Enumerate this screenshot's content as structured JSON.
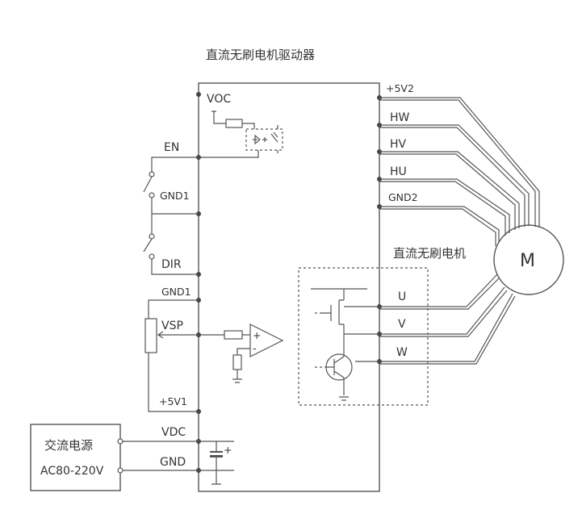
{
  "driver": {
    "title": "直流无刷电机驱动器",
    "left_terminals": {
      "voc": "VOC",
      "en": "EN",
      "gnd1_a": "GND1",
      "dir": "DIR",
      "gnd1_b": "GND1",
      "vsp": "VSP",
      "p5v1": "+5V1",
      "vdc": "VDC",
      "gnd": "GND"
    },
    "right_terminals": {
      "p5v2": "+5V2",
      "hw": "HW",
      "hv": "HV",
      "hu": "HU",
      "gnd2": "GND2",
      "u": "U",
      "v": "V",
      "w": "W"
    }
  },
  "motor": {
    "caption": "直流无刷电机",
    "symbol": "M"
  },
  "power_supply": {
    "title": "交流电源",
    "rating": "AC80-220V"
  }
}
